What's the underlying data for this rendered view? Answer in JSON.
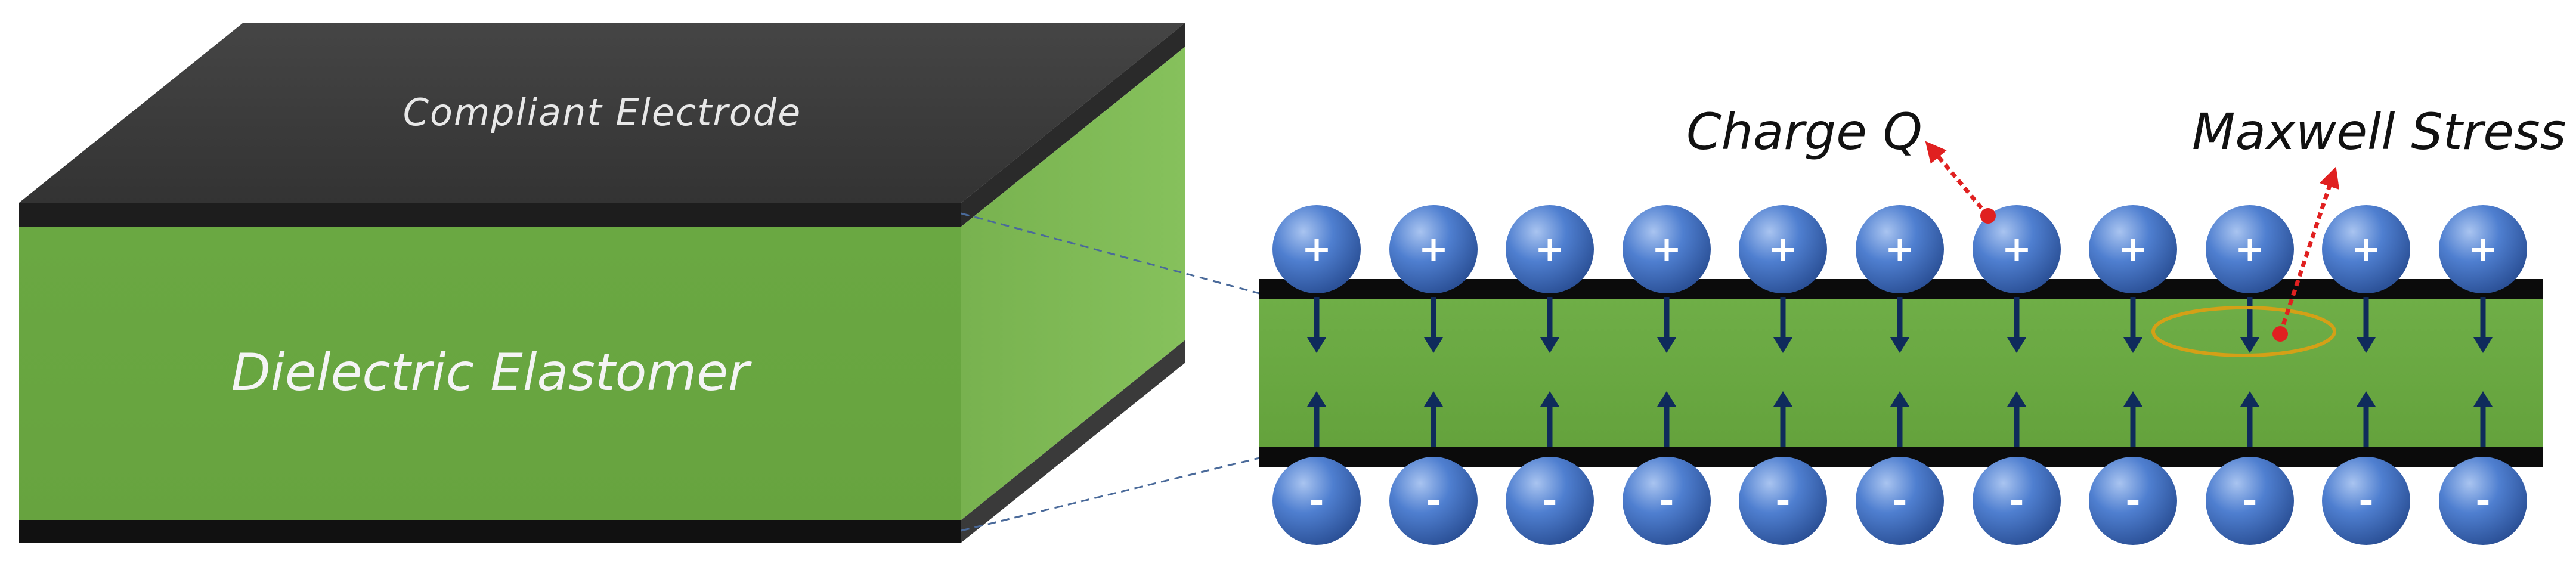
{
  "block": {
    "top_label": "Compliant Electrode",
    "front_label": "Dielectric Elastomer"
  },
  "annotations": {
    "charge_label": "Charge Q",
    "stress_label": "Maxwell Stress"
  },
  "charges": {
    "count": 11,
    "positive_symbol": "+",
    "negative_symbol": "-"
  },
  "colors": {
    "electrode_top": "#3c3c3c",
    "electrode_dark": "#111111",
    "elastomer_front": "#70ad47",
    "elastomer_side": "#7dba55",
    "charge_sphere": "#4472c4",
    "field_arrow": "#0f2b5b",
    "annotation_arrow": "#e02020",
    "highlight_ellipse": "#d4a017",
    "connector_line": "#4a6a9a"
  },
  "icons": {
    "positive": "positive-charge-icon",
    "negative": "negative-charge-icon",
    "field_down": "arrow-down-icon",
    "field_up": "arrow-up-icon"
  }
}
